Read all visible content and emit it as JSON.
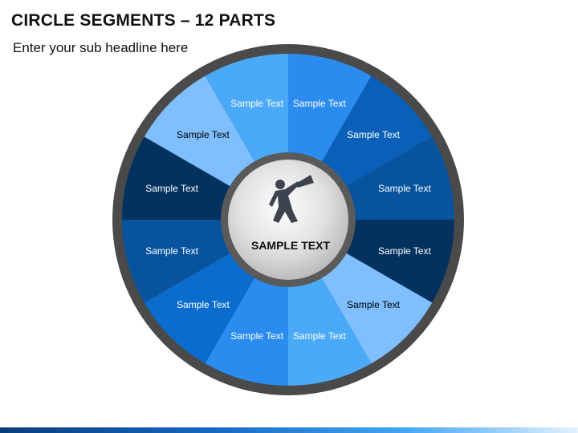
{
  "header": {
    "title": "CIRCLE SEGMENTS – 12 PARTS",
    "subtitle": "Enter your sub headline here"
  },
  "diagram": {
    "center_label": "SAMPLE TEXT",
    "center_icon": "person-with-megaphone-icon",
    "segments": [
      {
        "label": "Sample Text",
        "color": "#2b8cf0",
        "text_color": "#ffffff"
      },
      {
        "label": "Sample Text",
        "color": "#0a5fb8",
        "text_color": "#ffffff"
      },
      {
        "label": "Sample Text",
        "color": "#08539e",
        "text_color": "#ffffff"
      },
      {
        "label": "Sample Text",
        "color": "#04325e",
        "text_color": "#ffffff"
      },
      {
        "label": "Sample Text",
        "color": "#7fbfff",
        "text_color": "#000000"
      },
      {
        "label": "Sample Text",
        "color": "#4aaaf8",
        "text_color": "#ffffff"
      },
      {
        "label": "Sample Text",
        "color": "#2b8cf0",
        "text_color": "#ffffff"
      },
      {
        "label": "Sample Text",
        "color": "#0a6ccc",
        "text_color": "#ffffff"
      },
      {
        "label": "Sample Text",
        "color": "#08539e",
        "text_color": "#ffffff"
      },
      {
        "label": "Sample Text",
        "color": "#04325e",
        "text_color": "#ffffff"
      },
      {
        "label": "Sample Text",
        "color": "#7fbfff",
        "text_color": "#000000"
      },
      {
        "label": "Sample Text",
        "color": "#4aaaf8",
        "text_color": "#ffffff"
      }
    ],
    "ring_color": "#4a4a4a",
    "hub_ring_color": "#5a5a5a",
    "icon_color": "#3d4450"
  }
}
